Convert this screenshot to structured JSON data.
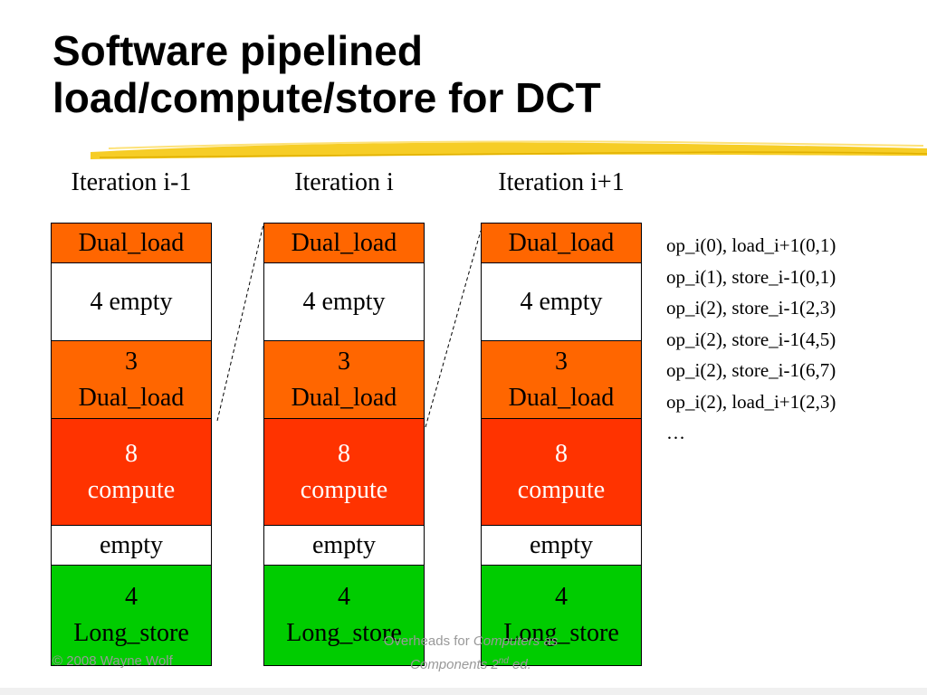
{
  "title": {
    "line1": "Software pipelined",
    "line2": "load/compute/store for DCT"
  },
  "columns": [
    {
      "label": "Iteration i-1",
      "blocks": {
        "load": "Dual_load",
        "empty": "4 empty",
        "dual_count": "3",
        "dual_label": "Dual_load",
        "compute_count": "8",
        "compute_label": "compute",
        "empty2": "empty",
        "store_count": "4",
        "store_label": "Long_store"
      }
    },
    {
      "label": "Iteration i",
      "blocks": {
        "load": "Dual_load",
        "empty": "4 empty",
        "dual_count": "3",
        "dual_label": "Dual_load",
        "compute_count": "8",
        "compute_label": "compute",
        "empty2": "empty",
        "store_count": "4",
        "store_label": "Long_store"
      }
    },
    {
      "label": "Iteration i+1",
      "blocks": {
        "load": "Dual_load",
        "empty": "4 empty",
        "dual_count": "3",
        "dual_label": "Dual_load",
        "compute_count": "8",
        "compute_label": "compute",
        "empty2": "empty",
        "store_count": "4",
        "store_label": "Long_store"
      }
    }
  ],
  "ops": [
    "op_i(0), load_i+1(0,1)",
    "op_i(1), store_i-1(0,1)",
    "op_i(2), store_i-1(2,3)",
    "op_i(2), store_i-1(4,5)",
    "op_i(2), store_i-1(6,7)",
    "op_i(2), load_i+1(2,3)",
    "…"
  ],
  "footer": {
    "copyright": "© 2008 Wayne Wolf",
    "overheads_prefix": "Overheads for ",
    "book_title_1": "Computers as",
    "book_title_2": "Components 2",
    "edition_sup": "nd",
    "edition_suffix": " ed."
  },
  "colors": {
    "load": "#ff6600",
    "compute": "#ff3300",
    "store": "#00cc00",
    "highlight": "#f5c400"
  }
}
